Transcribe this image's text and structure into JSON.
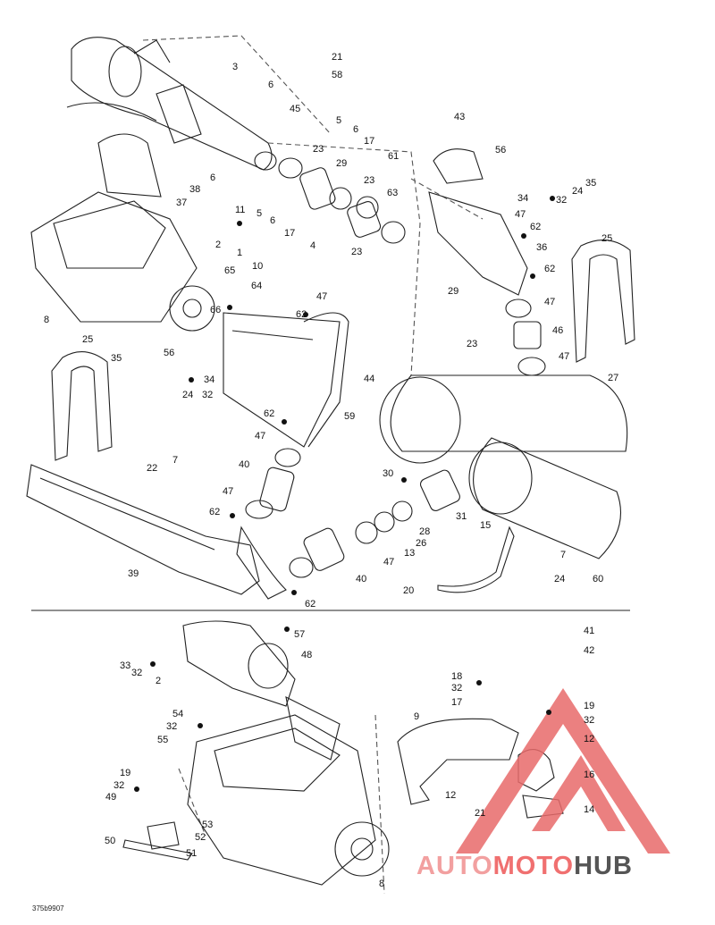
{
  "diagram": {
    "callouts": [
      "21",
      "58",
      "3",
      "6",
      "45",
      "5",
      "6",
      "17",
      "61",
      "43",
      "56",
      "35",
      "24",
      "34",
      "32",
      "47",
      "23",
      "29",
      "38",
      "37",
      "6",
      "5",
      "6",
      "17",
      "4",
      "11",
      "2",
      "1",
      "10",
      "63",
      "23",
      "23",
      "62",
      "36",
      "25",
      "62",
      "65",
      "64",
      "8",
      "66",
      "62",
      "47",
      "29",
      "47",
      "46",
      "56",
      "35",
      "34",
      "24",
      "32",
      "44",
      "59",
      "25",
      "23",
      "47",
      "27",
      "62",
      "22",
      "7",
      "47",
      "40",
      "47",
      "62",
      "30",
      "31",
      "28",
      "26",
      "13",
      "15",
      "7",
      "39",
      "47",
      "40",
      "62",
      "24",
      "60",
      "20",
      "41",
      "42",
      "57",
      "48",
      "33",
      "32",
      "2",
      "18",
      "32",
      "17",
      "19",
      "32",
      "12",
      "9",
      "54",
      "32",
      "55",
      "12",
      "16",
      "21",
      "14",
      "19",
      "32",
      "49",
      "53",
      "52",
      "50",
      "51",
      "8"
    ],
    "drawing_code": "375b9907"
  },
  "watermark": {
    "part1": "AUTO",
    "part2": "MOTO",
    "part3": "HUB",
    "color_main": "#e86a6a",
    "color_dark": "#555555"
  }
}
